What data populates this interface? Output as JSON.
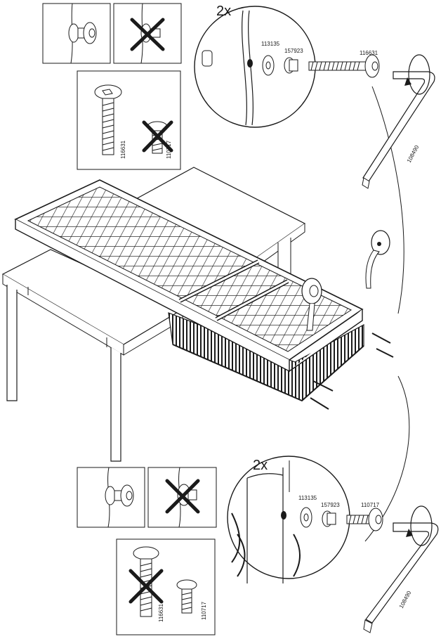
{
  "top_detail": {
    "multiplier": "2x",
    "parts": [
      "113135",
      "157923",
      "116631"
    ],
    "tool": "108490"
  },
  "top_screw_panel": {
    "correct": "116631",
    "wrong": "110717"
  },
  "bottom_detail": {
    "multiplier": "2x",
    "parts": [
      "113135",
      "157923",
      "110717"
    ],
    "tool": "108490"
  },
  "bottom_screw_panel": {
    "wrong": "116631",
    "correct": "110717"
  },
  "colors": {
    "line": "#1a1a1a",
    "paper": "#ffffff",
    "shade": "#8a8a8a"
  }
}
